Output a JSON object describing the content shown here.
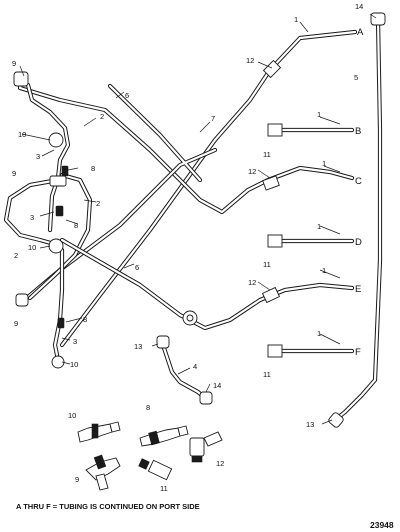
{
  "callouts": {
    "c1_a": "1",
    "c1_b": "1",
    "c1_c": "1",
    "c1_d": "1",
    "c1_e": "1",
    "c1_f": "1",
    "c2_top": "2",
    "c2_mid": "2",
    "c2_left": "2",
    "c3_top": "3",
    "c3_mid": "3",
    "c3_bot": "3",
    "c4": "4",
    "c5": "5",
    "c6_top": "6",
    "c6_bot": "6",
    "c7": "7",
    "c8_top": "8",
    "c8_mid": "8",
    "c8_bot": "8",
    "c8_legend": "8",
    "c9_top": "9",
    "c9_mid": "9",
    "c9_bot": "9",
    "c9_legend": "9",
    "c10_top": "10",
    "c10_mid": "10",
    "c10_bot": "10",
    "c10_legend": "10",
    "c11_b": "11",
    "c11_d": "11",
    "c11_f": "11",
    "c11_legend": "11",
    "c12_a": "12",
    "c12_c": "12",
    "c12_e": "12",
    "c12_legend": "12",
    "c13_mid": "13",
    "c13_bot": "13",
    "c14_top": "14",
    "c14_mid": "14"
  },
  "letters": {
    "A": "A",
    "B": "B",
    "C": "C",
    "D": "D",
    "E": "E",
    "F": "F"
  },
  "note": "A THRU F = TUBING IS CONTINUED ON PORT SIDE",
  "figure_number": "23948"
}
